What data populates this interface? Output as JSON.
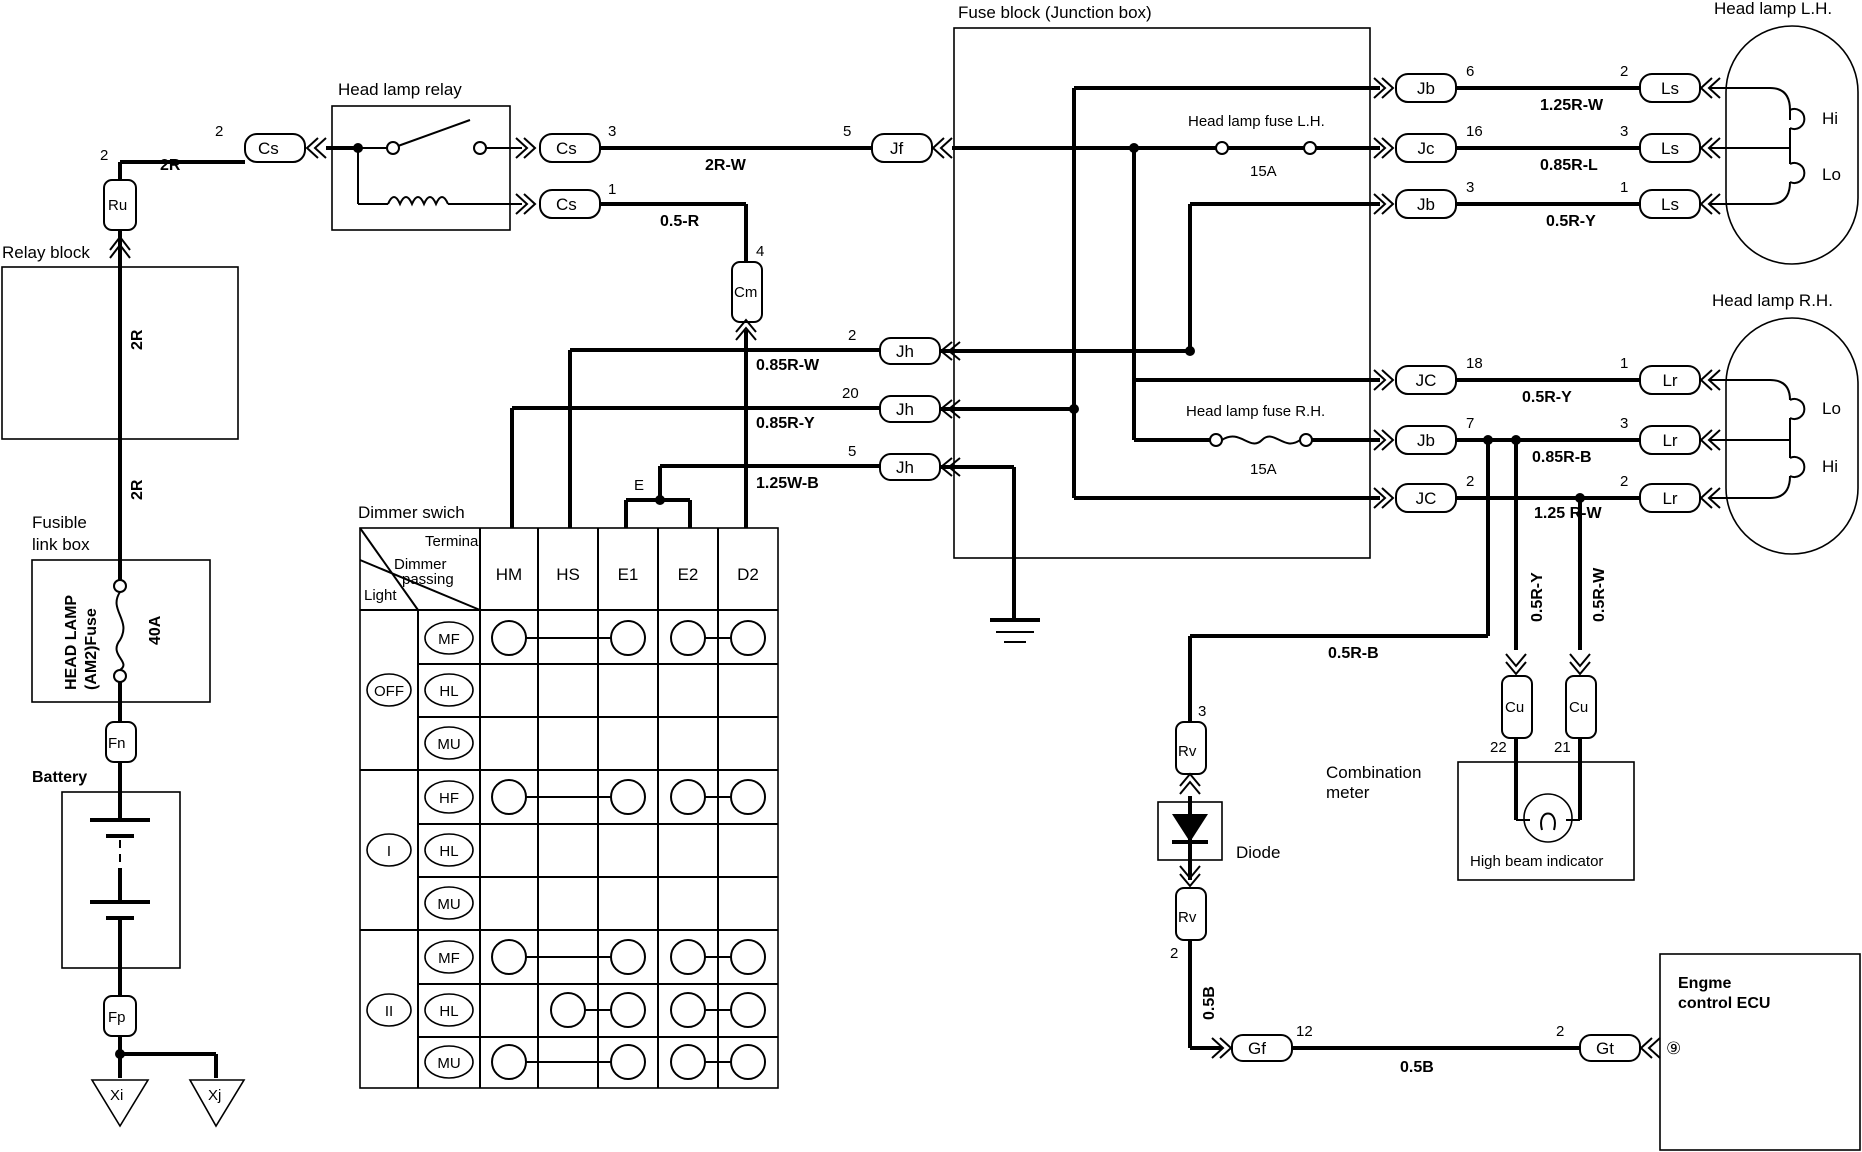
{
  "labels": {
    "head_lamp_relay": "Head lamp relay",
    "fuse_block": "Fuse block (Junction box)",
    "head_lamp_lh": "Head lamp L.H.",
    "head_lamp_rh": "Head lamp R.H.",
    "relay_block": "Relay block",
    "fusible_link_box_1": "Fusible",
    "fusible_link_box_2": "link box",
    "fuse_name_1": "HEAD LAMP",
    "fuse_name_2": "(AM2)Fuse",
    "fuse_40a": "40A",
    "battery": "Battery",
    "dimmer_switch": "Dimmer swich",
    "fuse_lh": "Head lamp fuse L.H.",
    "fuse_rh": "Head lamp fuse R.H.",
    "fuse_15a": "15A",
    "combination_meter_1": "Combination",
    "combination_meter_2": "meter",
    "high_beam_indicator": "High beam indicator",
    "diode": "Diode",
    "ecu_1": "Engme",
    "ecu_2": "control ECU",
    "ecu_terminal": "⑨",
    "hi": "Hi",
    "lo": "Lo"
  },
  "connectors": {
    "ru": "Ru",
    "cs": "Cs",
    "cm": "Cm",
    "jf": "Jf",
    "jh": "Jh",
    "jb": "Jb",
    "jc_lower": "Jc",
    "jc": "JC",
    "ls": "Ls",
    "lr": "Lr",
    "fn": "Fn",
    "fp": "Fp",
    "xi": "Xi",
    "xj": "Xj",
    "rv": "Rv",
    "cu": "Cu",
    "gf": "Gf",
    "gt": "Gt"
  },
  "pins": {
    "p1": "1",
    "p2": "2",
    "p3": "3",
    "p4": "4",
    "p5": "5",
    "p6": "6",
    "p7": "7",
    "p12": "12",
    "p16": "16",
    "p18": "18",
    "p20": "20",
    "p21": "21",
    "p22": "22"
  },
  "wires": {
    "w_2r": "2R",
    "w_2r_w": "2R-W",
    "w_05r": "0.5-R",
    "w_085r_w": "0.85R-W",
    "w_085r_y": "0.85R-Y",
    "w_125w_b": "1.25W-B",
    "w_125r_w_lh": "1.25R-W",
    "w_085r_l": "0.85R-L",
    "w_05r_y": "0.5R-Y",
    "w_085r_b": "0.85R-B",
    "w_125_r_w": "1.25 R-W",
    "w_05r_b": "0.5R-B",
    "w_05r_y_v": "0.5R-Y",
    "w_05r_w_v": "0.5R-W",
    "w_05b": "0.5B"
  },
  "dimmer_table": {
    "hdr_terminal": "Terminal",
    "hdr_dimmer_1": "Dimmer",
    "hdr_dimmer_2": "passing",
    "hdr_light": "Light",
    "columns": [
      "HM",
      "HS",
      "E1",
      "E2",
      "D2"
    ],
    "e_label": "E",
    "groups": [
      {
        "name": "OFF",
        "rows": [
          "MF",
          "HL",
          "MU"
        ]
      },
      {
        "name": "I",
        "rows": [
          "HF",
          "HL",
          "MU"
        ]
      },
      {
        "name": "II",
        "rows": [
          "MF",
          "HL",
          "MU"
        ]
      }
    ]
  }
}
